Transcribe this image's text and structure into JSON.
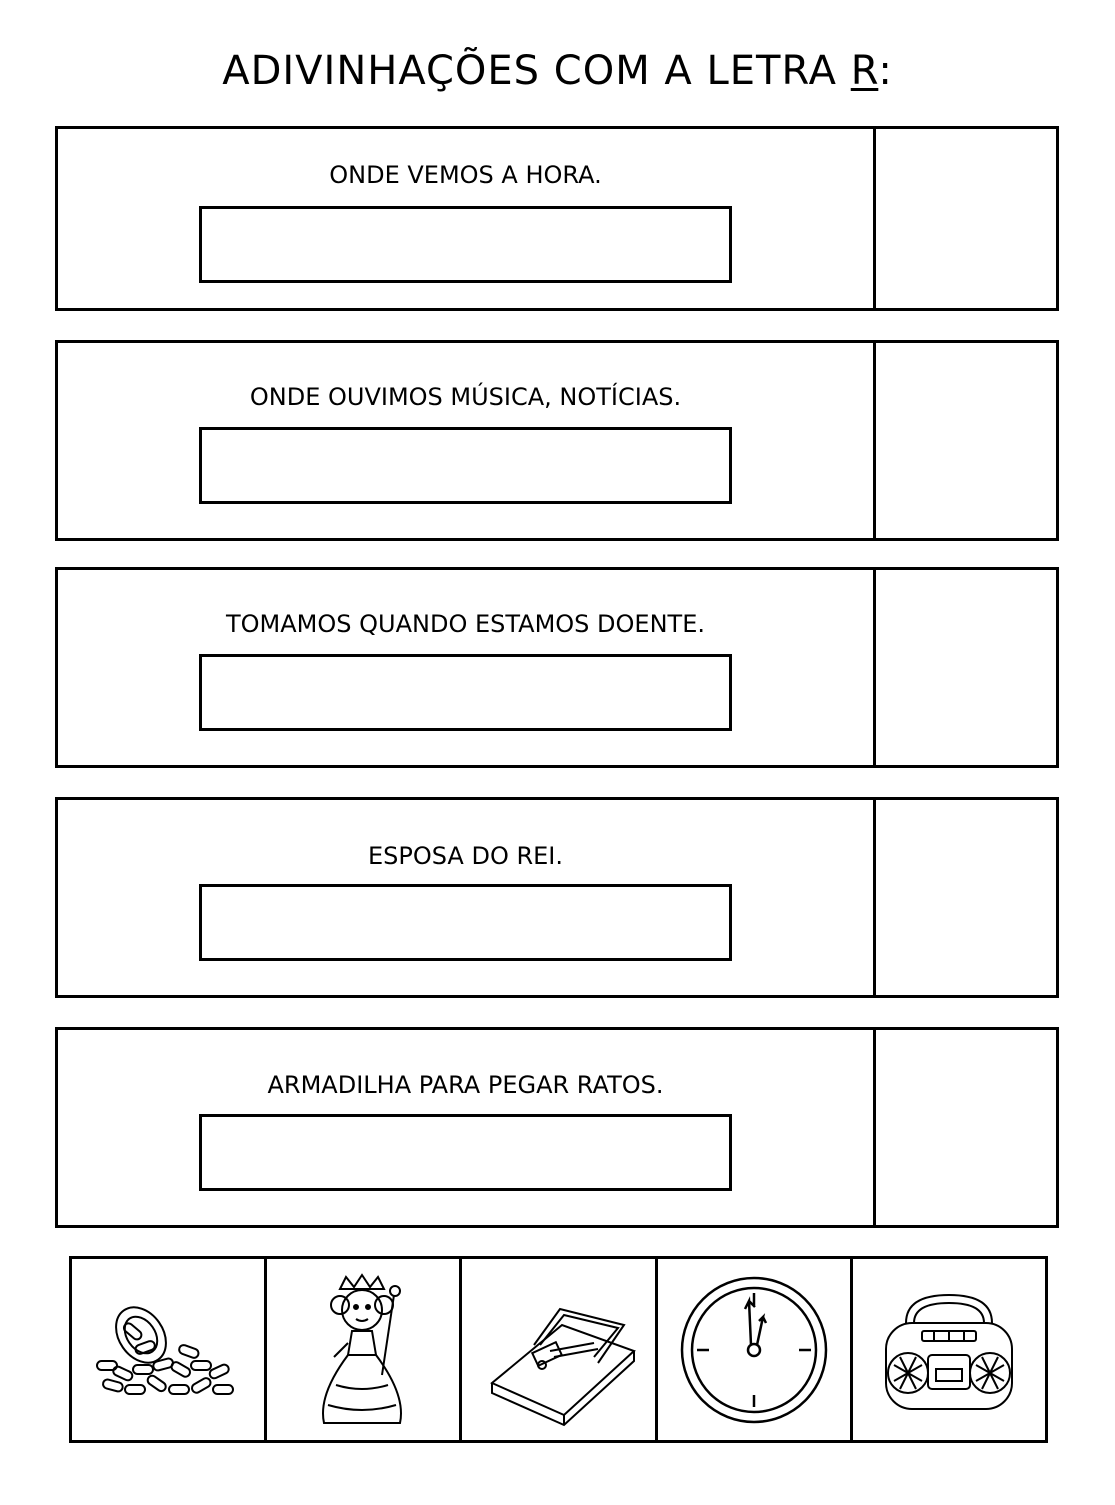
{
  "title": {
    "main": "ADIVINHAÇÕES COM A LETRA ",
    "letter": "R",
    "suffix": ":"
  },
  "riddles": [
    {
      "question": "ONDE VEMOS A HORA.",
      "answer": ""
    },
    {
      "question": "ONDE OUVIMOS MÚSICA, NOTÍCIAS.",
      "answer": ""
    },
    {
      "question": "TOMAMOS QUANDO ESTAMOS DOENTE.",
      "answer": ""
    },
    {
      "question": "ESPOSA DO REI.",
      "answer": ""
    },
    {
      "question": "ARMADILHA PARA PEGAR RATOS.",
      "answer": ""
    }
  ],
  "pictures": [
    {
      "icon": "pills-icon"
    },
    {
      "icon": "queen-icon"
    },
    {
      "icon": "mousetrap-icon"
    },
    {
      "icon": "clock-icon"
    },
    {
      "icon": "radio-icon"
    }
  ]
}
